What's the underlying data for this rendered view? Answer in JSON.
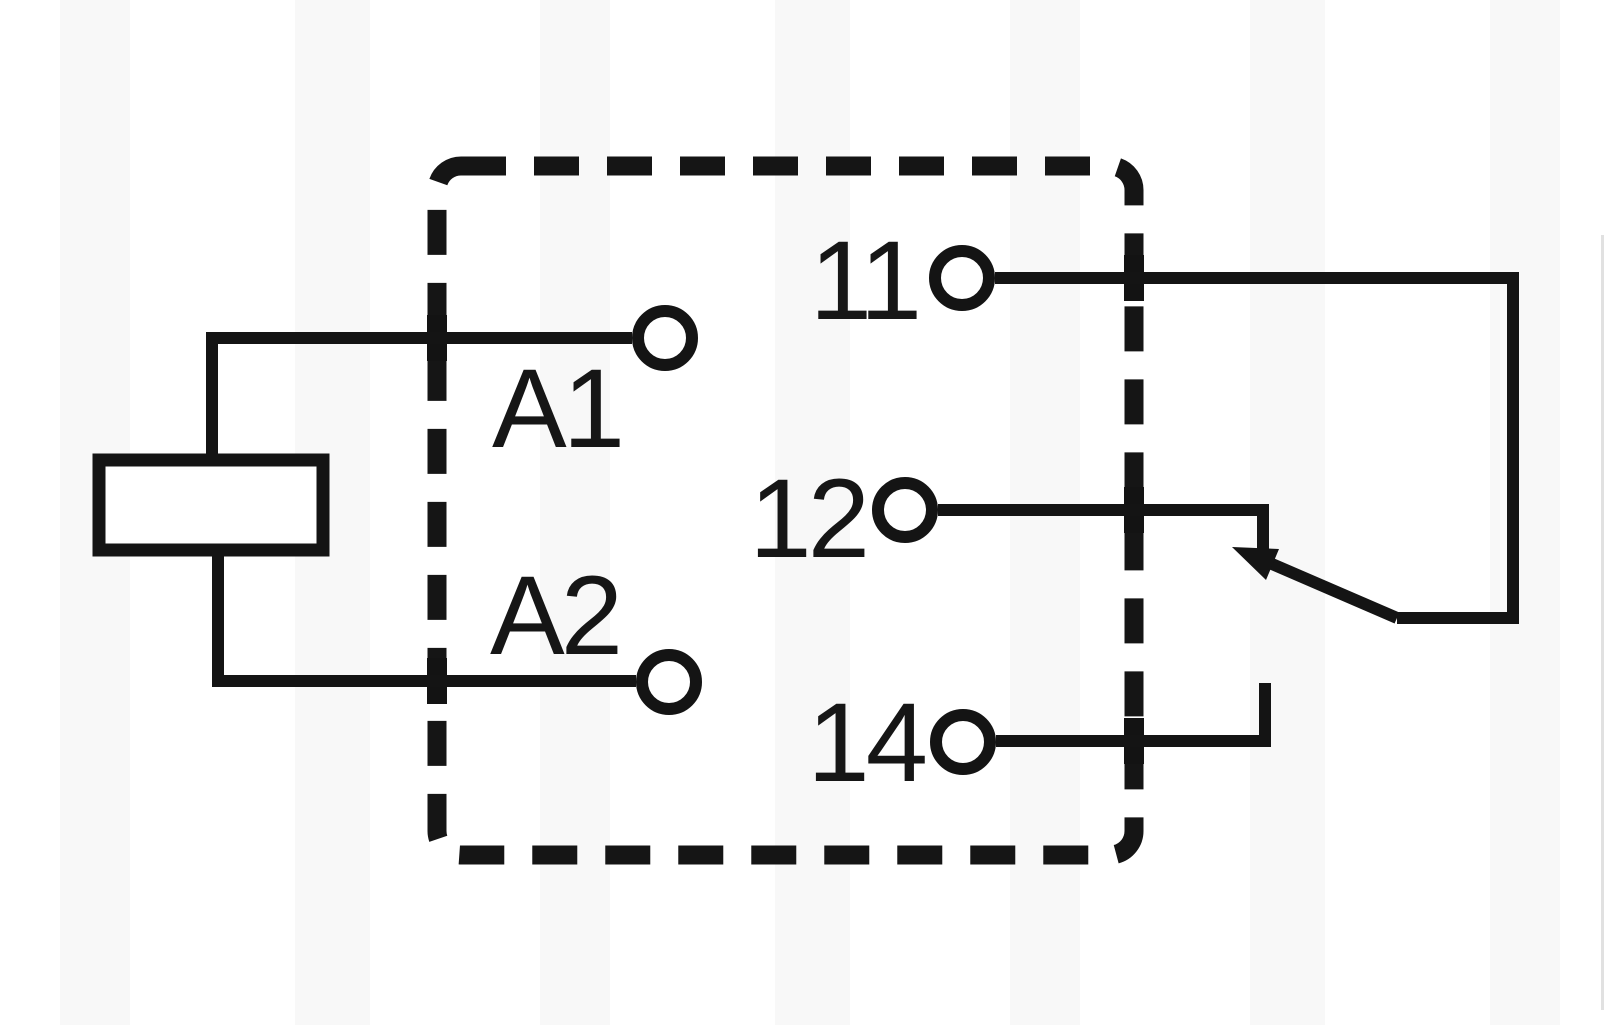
{
  "diagram": {
    "background_color": "#ffffff",
    "line_color": "#141414",
    "relay": {
      "coil_terminals": {
        "a1": "A1",
        "a2": "A2"
      },
      "switch_terminals": {
        "common": "11",
        "normally_closed": "12",
        "normally_open": "14"
      }
    }
  }
}
